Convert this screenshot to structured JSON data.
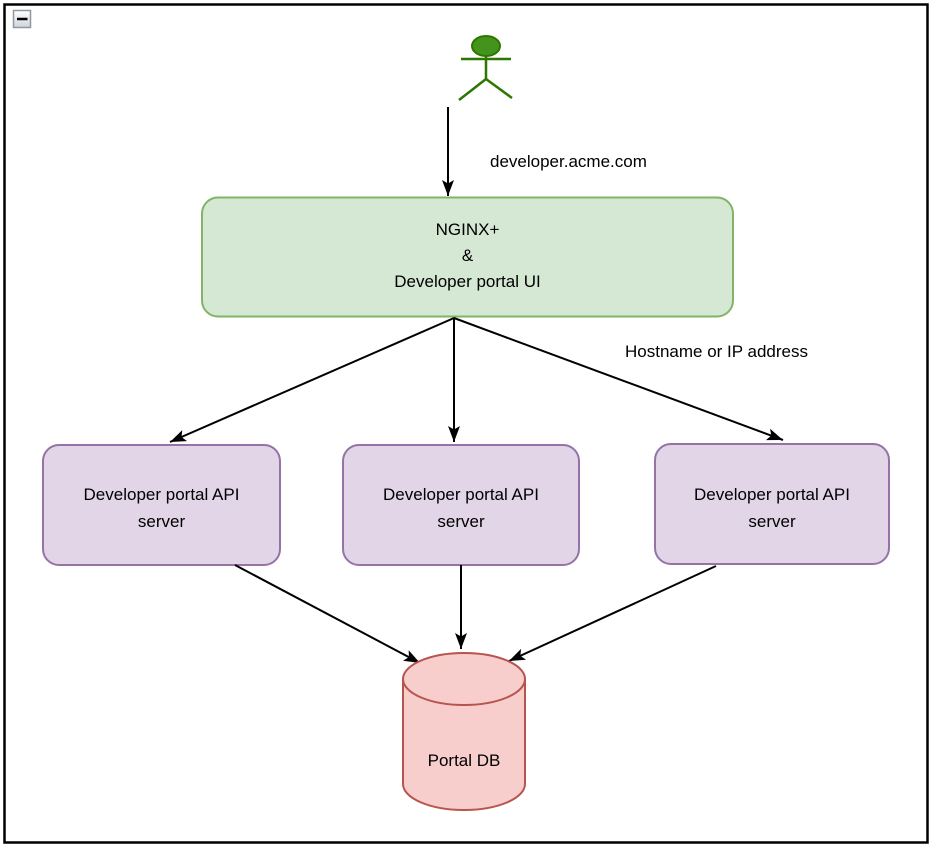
{
  "window": {
    "collapse_button_icon": "minus-icon"
  },
  "palette": {
    "frame_stroke": "#000000",
    "button_border": "#8f99a5",
    "actor_fill": "#44931d",
    "actor_stroke": "#2d7600",
    "nginx_fill": "#d5e8d4",
    "nginx_stroke": "#82b366",
    "api_fill": "#e1d5e7",
    "api_stroke": "#9673a6",
    "db_fill": "#f8cecc",
    "db_stroke": "#b85450",
    "arrow": "#000000",
    "text": "#000000"
  },
  "diagram": {
    "edges": {
      "user_to_nginx_label": "developer.acme.com",
      "nginx_to_api_label": "Hostname or IP address"
    },
    "nodes": {
      "nginx": {
        "lines": [
          "NGINX+",
          "&",
          "Developer portal UI"
        ]
      },
      "api_servers": [
        {
          "lines": [
            "Developer portal API",
            "server"
          ]
        },
        {
          "lines": [
            "Developer portal API",
            "server"
          ]
        },
        {
          "lines": [
            "Developer portal API",
            "server"
          ]
        }
      ],
      "db": {
        "label": "Portal DB"
      }
    }
  }
}
